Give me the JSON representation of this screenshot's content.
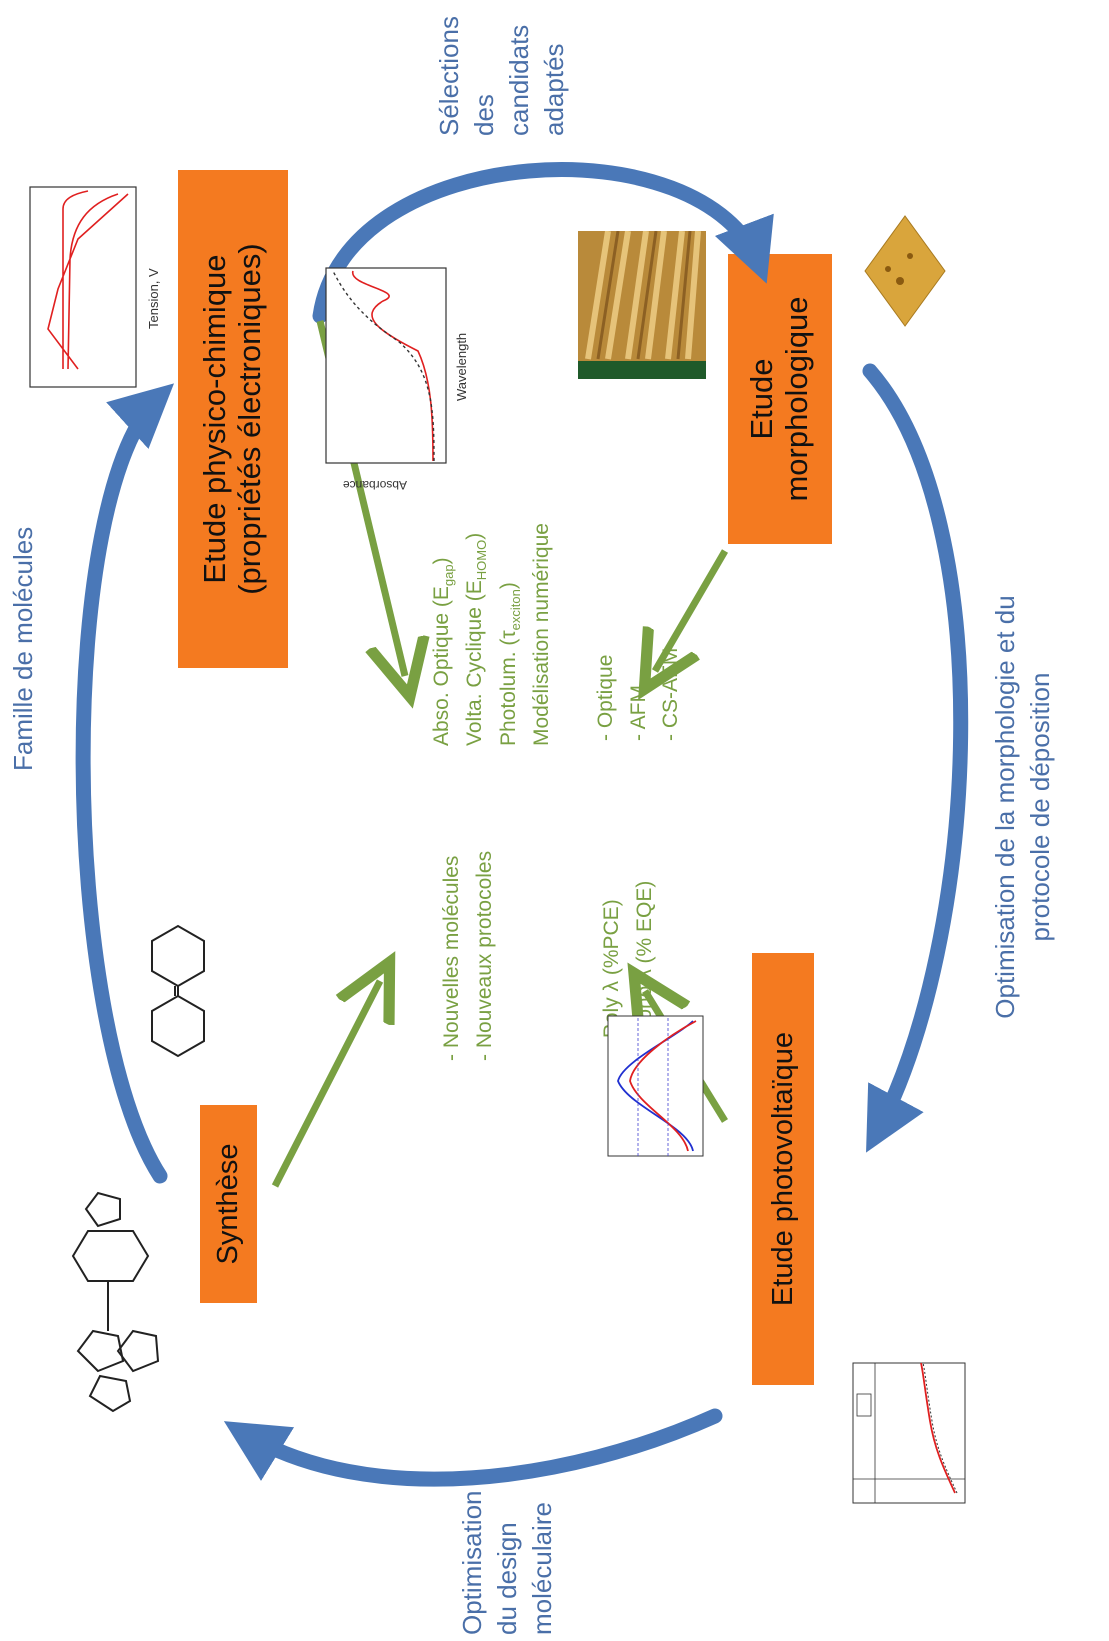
{
  "boxes": {
    "physico": {
      "line1": "Etude physico-chimique",
      "line2": "(propriétés électroniques)"
    },
    "morpho": {
      "line1": "Etude",
      "line2": "morphologique"
    },
    "photo": {
      "label": "Etude photovoltaïque"
    },
    "synthese": {
      "label": "Synthèse"
    }
  },
  "cycle_labels": {
    "selection": [
      "Sélections",
      "des",
      "candidats",
      "adaptés"
    ],
    "famille": "Famille de molécules",
    "optim_morpho": [
      "Optimisation de la morphologie et du",
      "protocole de déposition"
    ],
    "optim_design": [
      "Optimisation",
      "du design",
      "moléculaire"
    ]
  },
  "methods": {
    "physico": [
      {
        "pre": "Abso. Optique (E",
        "sub": "gap",
        "post": ")"
      },
      {
        "pre": "Volta. Cyclique (E",
        "sub": "HOMO",
        "post": ")"
      },
      {
        "pre": "Photolum. (τ",
        "sub": "exciton",
        "post": ")"
      },
      {
        "pre": "Modélisation numérique",
        "sub": "",
        "post": ""
      }
    ],
    "morpho": [
      "- Optique",
      "- AFM",
      "- CS-AFM"
    ],
    "synthese": [
      "- Nouvelles molécules",
      "- Nouveaux protocoles"
    ],
    "photo": [
      "- Poly λ (%PCE)",
      "- Mono λ (% EQE)"
    ]
  },
  "figure_labels": {
    "cv_xlabel": "Tension, V",
    "abs_ylabel": "Absorbance",
    "abs_xlabel": "Wavelength"
  },
  "colors": {
    "box": "#f47a20",
    "cycle_arrow": "#4a78b8",
    "method_arrow": "#79a042",
    "blue_text": "#4a6fa8",
    "green_text": "#79a042"
  }
}
